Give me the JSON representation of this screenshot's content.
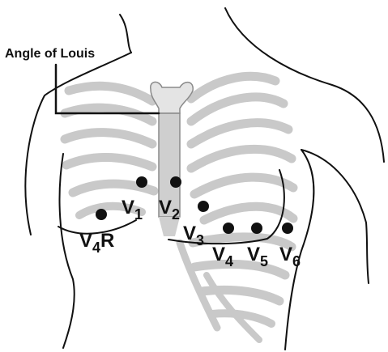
{
  "title": "Angle of Louis",
  "colors": {
    "bone": "#c9c9c9",
    "outline": "#111111",
    "electrode": "#111111"
  },
  "electrodes": [
    {
      "id": "V1",
      "main": "V",
      "sub": "1"
    },
    {
      "id": "V2",
      "main": "V",
      "sub": "2"
    },
    {
      "id": "V3",
      "main": "V",
      "sub": "3"
    },
    {
      "id": "V4",
      "main": "V",
      "sub": "4"
    },
    {
      "id": "V5",
      "main": "V",
      "sub": "5"
    },
    {
      "id": "V6",
      "main": "V",
      "sub": "6"
    },
    {
      "id": "V4R",
      "main": "V",
      "sub": "4",
      "suffix": "R"
    }
  ]
}
